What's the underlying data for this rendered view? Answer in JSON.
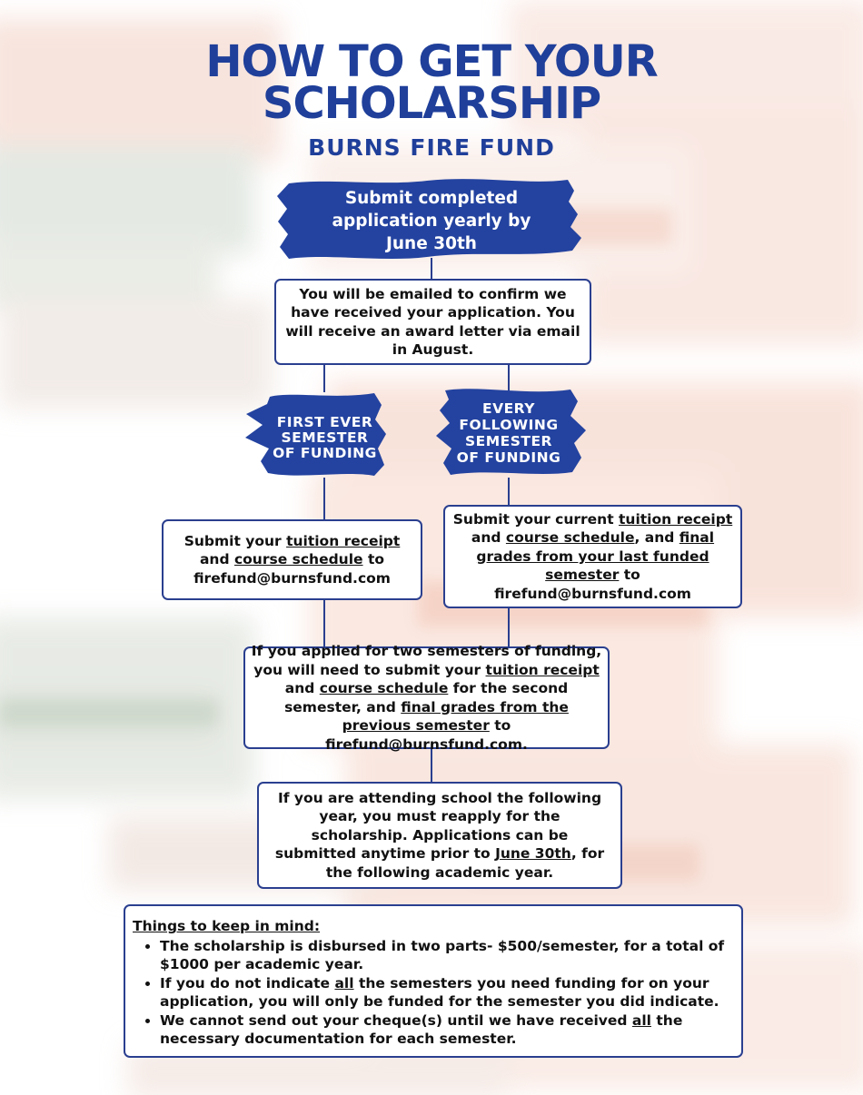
{
  "title": {
    "line1": "HOW TO GET YOUR",
    "line2": "SCHOLARSHIP",
    "subtitle": "BURNS FIRE FUND"
  },
  "steps": {
    "submit": {
      "line1": "Submit completed",
      "line2": "application yearly by",
      "line3": "June 30th"
    },
    "confirm": {
      "text": "You will be emailed to confirm we have received your application. You will receive an award letter via email in August."
    },
    "first_label": {
      "line1": "FIRST EVER",
      "line2": "SEMESTER",
      "line3": "OF FUNDING"
    },
    "following_label": {
      "line1": "EVERY",
      "line2": "FOLLOWING",
      "line3": "SEMESTER",
      "line4": "OF FUNDING"
    },
    "first_box": {
      "p1": "Submit your ",
      "u1": "tuition receipt",
      "p2": " and ",
      "u2": "course schedule",
      "p3": " to firefund@burnsfund.com"
    },
    "following_box": {
      "p1": "Submit your current ",
      "u1": "tuition receipt",
      "p2": " and ",
      "u2": "course schedule",
      "p3": ", and ",
      "u3": "final grades from your last funded semester",
      "p4": " to firefund@burnsfund.com"
    },
    "two_semesters": {
      "p1": "If you applied for two semesters of funding, you will need to submit your ",
      "u1": "tuition receipt",
      "p2": " and ",
      "u2": "course schedule",
      "p3": " for the second semester, and ",
      "u3": "final grades from the previous semester",
      "p4": " to firefund@burnsfund.com."
    },
    "reapply": {
      "p1": "If you are attending school the following year, you must reapply for the scholarship. Applications can be submitted anytime prior to ",
      "u1": "June 30th",
      "p2": ", for the following academic year."
    }
  },
  "notes": {
    "heading": "Things to keep in mind:",
    "item1": "The scholarship is disbursed in two parts- $500/semester, for a total of $1000 per academic year.",
    "item2_a": "If you do not indicate ",
    "item2_u": "all",
    "item2_b": " the semesters you need funding for on your application, you will only be funded for the semester you did indicate.",
    "item3_a": "We cannot send out your cheque(s) until we have received ",
    "item3_u": "all",
    "item3_b": " the necessary documentation for each semester."
  },
  "colors": {
    "brand_blue": "#1f3f9a",
    "border_blue": "#2a3f8f",
    "brush_blue": "#2443a0",
    "wash_peach": "#f2c9b8",
    "wash_sage": "#c9d4c6"
  }
}
